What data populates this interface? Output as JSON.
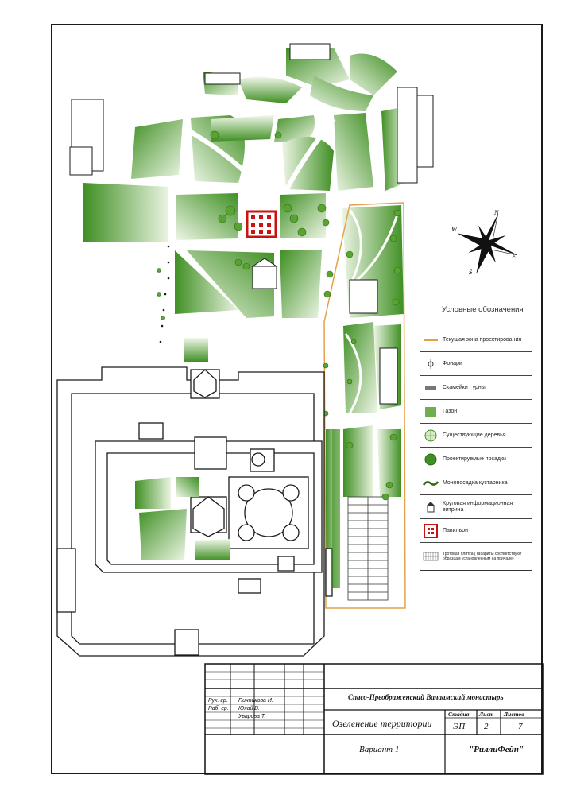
{
  "legend": {
    "title": "Условные обозначения",
    "items": [
      {
        "key": "project-zone",
        "label": "Текущая зона проектирования"
      },
      {
        "key": "lamps",
        "label": "Фонари"
      },
      {
        "key": "benches",
        "label": "Скамейки , урны"
      },
      {
        "key": "lawn",
        "label": "Газон"
      },
      {
        "key": "existing-trees",
        "label": "Существующие деревья"
      },
      {
        "key": "planned-plantings",
        "label": "Проектируемые посадки"
      },
      {
        "key": "shrubs",
        "label": "Монопосадка кустарника"
      },
      {
        "key": "info-stand",
        "label": "Круговая информационная витрина"
      },
      {
        "key": "pavilion",
        "label": "Павильон"
      },
      {
        "key": "paving",
        "label": "Тротовая плитка ( габариты соответствуют образцам установленным на причале)"
      }
    ]
  },
  "compass": {
    "n": "N",
    "e": "E",
    "s": "S",
    "w": "W"
  },
  "title_block": {
    "monastery": "Спасо-Преображенский Валаамский монастырь",
    "stage_hdr": "Стадия",
    "sheet_hdr": "Лист",
    "sheets_hdr": "Листов",
    "project": "Озеленение территории",
    "stage": "ЭП",
    "sheet": "2",
    "sheets": "7",
    "variant": "Вариант 1",
    "company": "\"РиллиФейн\"",
    "staff": [
      {
        "role": "Рук. гр.",
        "name": "Пичникова И."
      },
      {
        "role": "Раб. гр.",
        "name": "Юхай В."
      },
      {
        "role": "",
        "name": "Уварова Т."
      }
    ]
  },
  "colors": {
    "lawn_dark": "#3f8f23",
    "lawn_light": "#e8f3dd",
    "tree": "#5aa332",
    "zone_line": "#e2a24a",
    "pavilion": "#cc1111",
    "outline": "#1a1a1a"
  }
}
